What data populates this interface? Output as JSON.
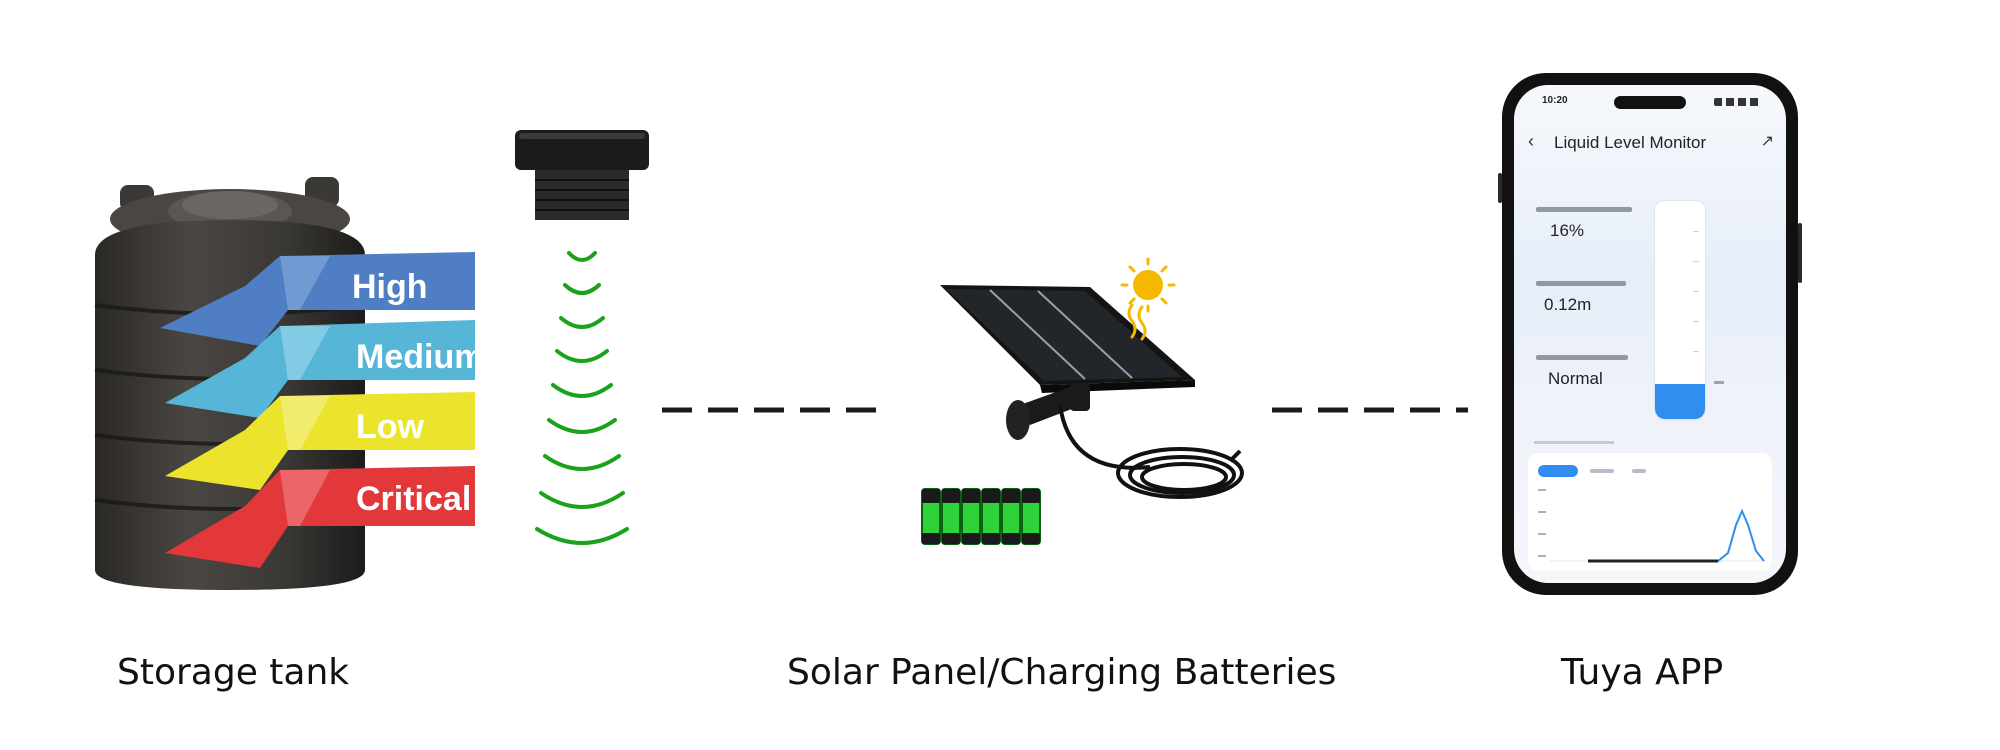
{
  "tank": {
    "levels": [
      {
        "label": "High",
        "color": "#4f7ec4"
      },
      {
        "label": "Medium",
        "color": "#57b6d8"
      },
      {
        "label": "Low",
        "color": "#ece42c"
      },
      {
        "label": "Critical",
        "color": "#e2383a"
      }
    ]
  },
  "captions": {
    "tank": "Storage tank",
    "solar": "Solar Panel/Charging Batteries",
    "app": "Tuya APP"
  },
  "phone": {
    "status_time": "10:20",
    "back_icon": "chevron-left-icon",
    "title": "Liquid Level Monitor",
    "edit_icon": "pencil-icon",
    "stats": [
      {
        "value": "16%"
      },
      {
        "value": "0.12m"
      },
      {
        "value": "Normal"
      }
    ],
    "gauge_level": 0.16,
    "gauge_color": "#2f8ef0"
  },
  "colors": {
    "wave": "#1aa31a",
    "battery": "#2fd23a",
    "sun": "#f5b800"
  }
}
